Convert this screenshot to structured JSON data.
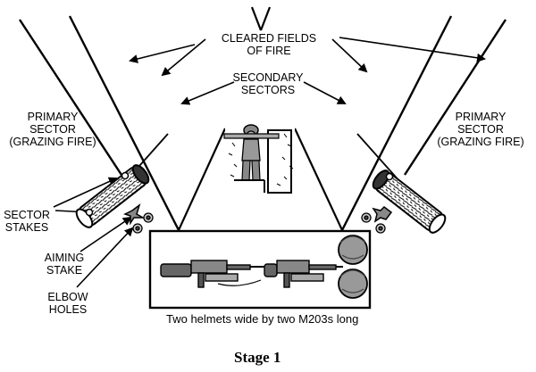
{
  "labels": {
    "cleared_fields": [
      "CLEARED FIELDS",
      "OF FIRE"
    ],
    "secondary": [
      "SECONDARY",
      "SECTORS"
    ],
    "primary_left": [
      "PRIMARY",
      "SECTOR",
      "(GRAZING FIRE)"
    ],
    "primary_right": [
      "PRIMARY",
      "SECTOR",
      "(GRAZING FIRE)"
    ],
    "sector_stakes": [
      "SECTOR",
      "STAKES"
    ],
    "aiming_stake": [
      "AIMING",
      "STAKE"
    ],
    "elbow_holes": [
      "ELBOW",
      "HOLES"
    ]
  },
  "caption": "Two helmets wide by two M203s long",
  "stage_title": "Stage 1"
}
